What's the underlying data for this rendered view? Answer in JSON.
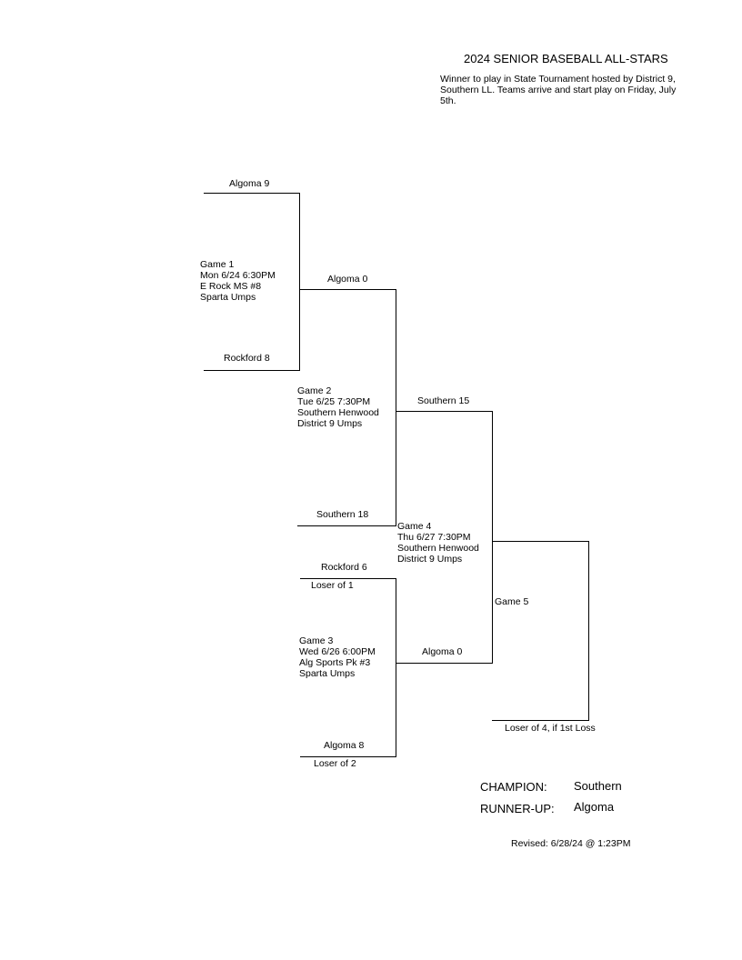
{
  "header": {
    "title": "2024 SENIOR BASEBALL ALL-STARS",
    "subtitle": "Winner to play in State Tournament hosted by District 9, Southern LL.  Teams arrive and start play on Friday, July 5th."
  },
  "bracket": {
    "g1_top": "Algoma  9",
    "g1_bottom": "Rockford  8",
    "g1_info": [
      "Game 1",
      "Mon  6/24  6:30PM",
      "E Rock MS #8",
      "Sparta Umps"
    ],
    "g2_top": "Algoma  0",
    "g2_bottom": "Southern  18",
    "g2_info": [
      "Game 2",
      "Tue  6/25  7:30PM",
      "Southern Henwood",
      "District 9 Umps"
    ],
    "g3_top": "Rockford  6",
    "g3_top_note": "Loser of 1",
    "g3_bottom": "Algoma  8",
    "g3_bottom_note": "Loser of 2",
    "g3_info": [
      "Game 3",
      "Wed  6/26  6:00PM",
      "Alg Sports Pk #3",
      "Sparta Umps"
    ],
    "g4_top": "Southern  15",
    "g4_bottom": "Algoma  0",
    "g4_info": [
      "Game 4",
      "Thu  6/27  7:30PM",
      "Southern Henwood",
      "District 9 Umps"
    ],
    "g5_label": "Game 5",
    "g5_bottom_note": "Loser of 4, if 1st Loss"
  },
  "results": {
    "champion_label": "CHAMPION:",
    "champion": "Southern",
    "runner_up_label": "RUNNER-UP:",
    "runner_up": "Algoma"
  },
  "revised": "Revised:  6/28/24 @  1:23PM"
}
